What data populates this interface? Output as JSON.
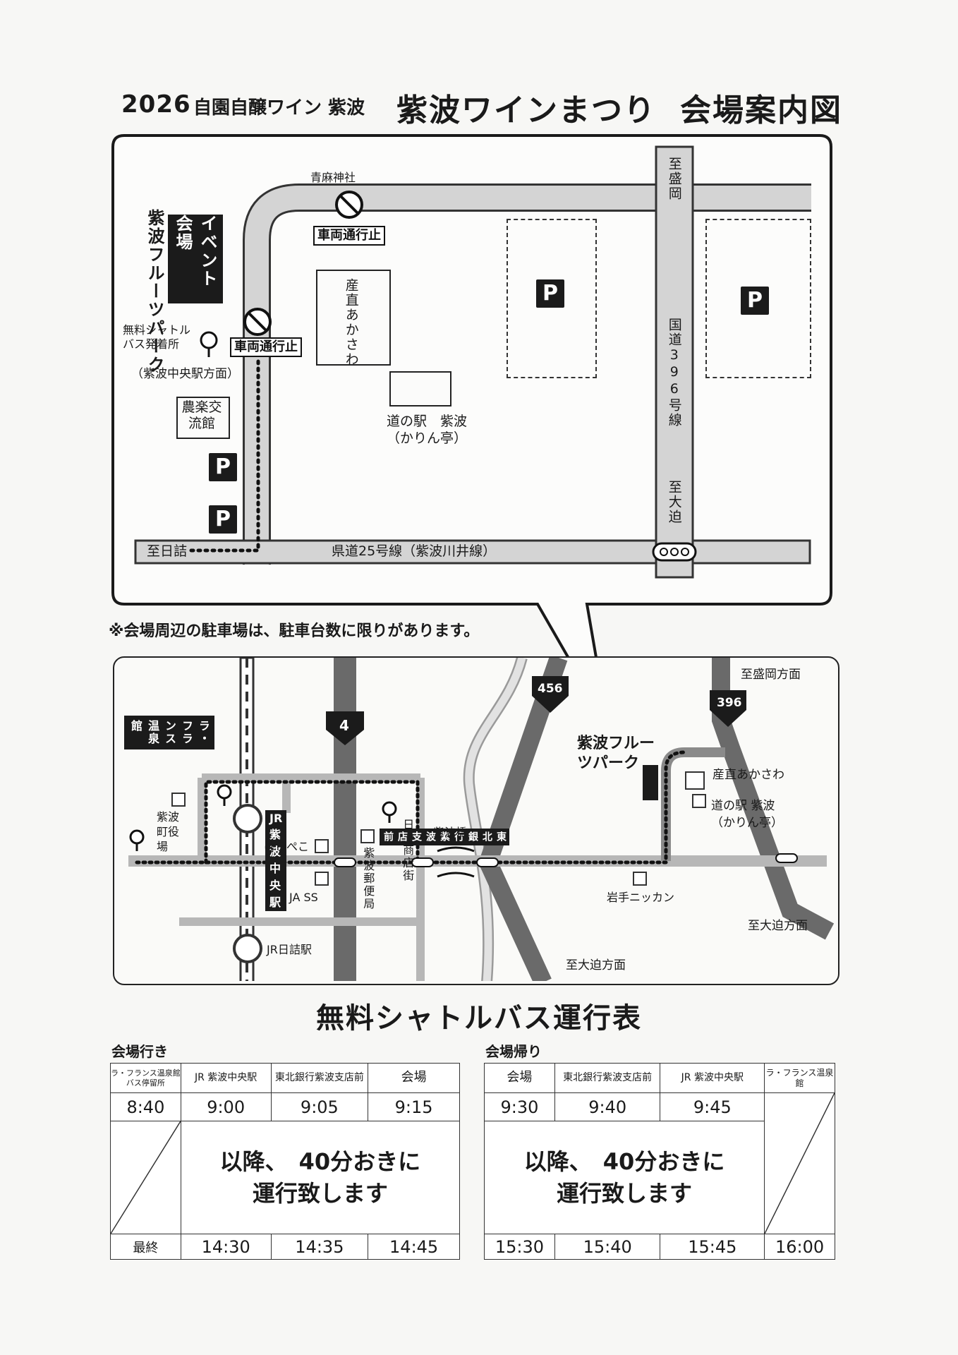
{
  "header": {
    "year": "2026",
    "sub": "自園自醸ワイン 紫波",
    "main": "紫波ワインまつり",
    "right": "会場案内図"
  },
  "detail_map": {
    "shrine": "青麻神社",
    "no_entry_1": "車両通行止",
    "no_entry_2": "車両通行止",
    "park_name": "紫波フルーツパーク",
    "event_venue": "イベント会場",
    "shuttle_stop": "無料シャトルバス発着所",
    "shuttle_dir": "（紫波中央駅方面）",
    "nouraku": "農楽交流館",
    "sanchoku": "産直あかさわ",
    "michinoeki": "道の駅　紫波",
    "karintei": "（かりん亭）",
    "to_morioka": "至盛岡",
    "route396": "国道396号線",
    "to_ohasama": "至大迫",
    "to_hizume": "至日詰",
    "pref_road": "県道25号線（紫波川井線）",
    "parking": "P"
  },
  "note": "※会場周辺の駐車場は、駐車台数に限りがあります。",
  "area_map": {
    "route4": "4",
    "route456": "456",
    "route396": "396",
    "to_morioka_dir": "至盛岡方面",
    "fruit_park": "紫波フルーツパーク",
    "sanchoku": "産直あかさわ",
    "michinoeki": "道の駅 紫波",
    "karintei": "（かりん亭）",
    "la_france": "ラ・フランス温泉館",
    "town_office": "紫波町役場",
    "jr_shiwa": "JR紫波中央駅",
    "harapeko": "はらぺこ",
    "post_office": "紫波郵便局",
    "ja_ss": "JA SS",
    "hizume_st": "日詰商店街",
    "tohoku_bank": "東北銀行紫波支店前",
    "bridge": "紫波橋",
    "nikkan": "岩手ニッカン",
    "to_ohasama_1": "至大迫方面",
    "to_ohasama_2": "至大迫方面",
    "jr_hizume": "JR日詰駅"
  },
  "timetable": {
    "title": "無料シャトルバス運行表",
    "outbound": {
      "label": "会場行き",
      "headers": [
        "ラ・フランス温泉館バス停留所",
        "JR 紫波中央駅",
        "東北銀行紫波支店前",
        "会場"
      ],
      "first": [
        "8:40",
        "9:00",
        "9:05",
        "9:15"
      ],
      "message_1": "以降、　40分おきに",
      "message_2": "運行致します",
      "last_label": "最終",
      "last": [
        "14:30",
        "14:35",
        "14:45"
      ]
    },
    "inbound": {
      "label": "会場帰り",
      "headers": [
        "会場",
        "東北銀行紫波支店前",
        "JR 紫波中央駅",
        "ラ・フランス温泉館"
      ],
      "first": [
        "9:30",
        "9:40",
        "9:45"
      ],
      "message_1": "以降、　40分おきに",
      "message_2": "運行致します",
      "last": [
        "15:30",
        "15:40",
        "15:45",
        "16:00"
      ]
    }
  }
}
